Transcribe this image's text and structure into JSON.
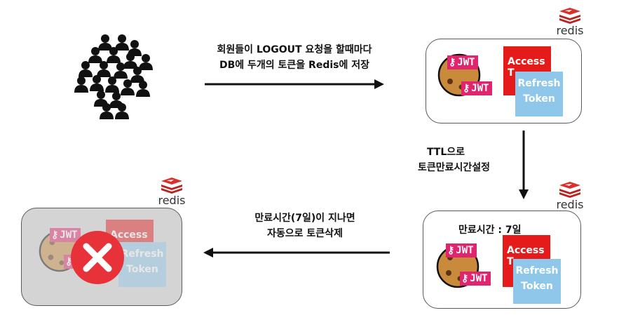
{
  "captions": {
    "top_line1": "회원들이 LOGOUT 요청을 할때마다",
    "top_line2": "DB에 두개의 토큰을 Redis에 저장",
    "right_line1": "TTL으로",
    "right_line2": "토큰만료시간설정",
    "bottom_line1": "만료시간(7일)이 지나면",
    "bottom_line2": "자동으로 토큰삭제"
  },
  "redis_label": "redis",
  "jwt_label": "JWT",
  "access_label": "Access",
  "access_label_sub": "T",
  "refresh_label_1": "Refresh",
  "refresh_label_2": "Token",
  "expiry_title": "만료시간 : 7일",
  "colors": {
    "access": "#e51b1b",
    "refresh": "#8fc7ea",
    "jwt": "#e0246e",
    "redis": "#d8302b",
    "delete": "#e8323a"
  }
}
